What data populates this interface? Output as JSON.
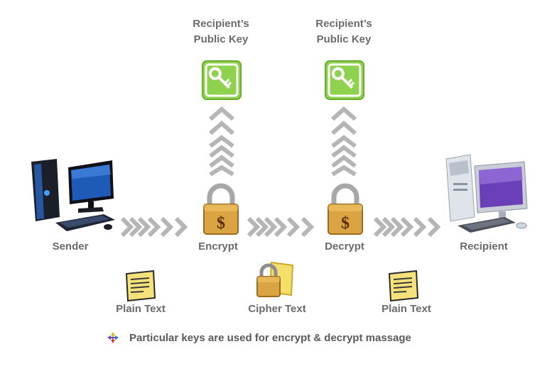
{
  "keys": [
    {
      "title_line1": "Recipient’s",
      "title_line2": "Public Key",
      "icon": "key-icon"
    },
    {
      "title_line1": "Recipient’s",
      "title_line2": "Public Key",
      "icon": "key-icon"
    }
  ],
  "stages": {
    "sender": "Sender",
    "encrypt": "Encrypt",
    "decrypt": "Decrypt",
    "recipient": "Recipient"
  },
  "texts": {
    "plain_1": "Plain Text",
    "cipher": "Cipher Text",
    "plain_2": "Plain Text"
  },
  "note": {
    "bullet_icon": "arrows-bullet-icon",
    "text": "Particular keys are used for encrypt & decrypt massage"
  },
  "colors": {
    "label": "#6b6b6b",
    "key_green": "#7dc540",
    "chevron": "#b5b5b5",
    "lock_gold": "#d9a441",
    "note_yellow": "#f6e27a"
  }
}
